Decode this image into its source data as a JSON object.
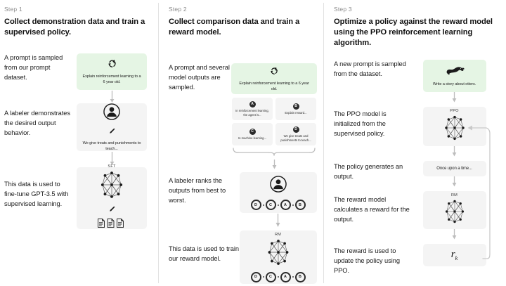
{
  "diagram": {
    "title": "RLHF three-step training diagram",
    "accent_green": "#e5f5e4",
    "card_gray": "#f4f4f4",
    "divider_color": "#e2e2e2"
  },
  "columns": [
    {
      "step_label": "Step 1",
      "step_title": "Collect demonstration data and train a supervised policy.",
      "texts": [
        "A prompt is sampled from our prompt dataset.",
        "A labeler demonstrates the desired output behavior.",
        "This data is used to fine-tune GPT-3.5 with supervised learning."
      ],
      "prompt_card": {
        "icon": "recycle-icon",
        "caption": "Explain reinforcement learning to a 6 year old."
      },
      "labeler_card": {
        "icon": "person-icon",
        "pencil_icon": "pencil-icon",
        "caption": "We give treats and punishments to teach..."
      },
      "sft_card": {
        "label": "SFT",
        "icon": "neural-network-icon",
        "pencil_icon": "pencil-icon",
        "docs_icon": "documents-icon"
      }
    },
    {
      "step_label": "Step 2",
      "step_title": "Collect comparison data and train a reward model.",
      "texts": [
        "A prompt and several model outputs are sampled.",
        "A labeler ranks the outputs from best to worst.",
        "This data is used to train our reward model."
      ],
      "prompt_card": {
        "icon": "recycle-icon",
        "caption": "Explain reinforcement learning to a 6 year old."
      },
      "outputs": [
        {
          "badge": "A",
          "caption": "In reinforcement learning, the agent is..."
        },
        {
          "badge": "B",
          "caption": "Explain reward..."
        },
        {
          "badge": "C",
          "caption": "In machine learning..."
        },
        {
          "badge": "D",
          "caption": "We give treats and punishments to teach..."
        }
      ],
      "ranking_card": {
        "icon": "person-icon",
        "ranking": [
          "D",
          "C",
          "A",
          "B"
        ]
      },
      "rm_card": {
        "label": "RM",
        "icon": "neural-network-icon",
        "ranking": [
          "D",
          "C",
          "A",
          "B"
        ]
      }
    },
    {
      "step_label": "Step 3",
      "step_title": "Optimize a policy against the reward model using the PPO reinforcement learning algorithm.",
      "texts": [
        "A new prompt is sampled from the dataset.",
        "The PPO model is initialized from the supervised policy.",
        "The policy generates an output.",
        "The reward model calculates a reward for the output.",
        "The reward is used to update the policy using PPO."
      ],
      "prompt_card": {
        "icon": "otter-icon",
        "caption": "Write a story about otters."
      },
      "ppo_card": {
        "label": "PPO",
        "icon": "neural-network-icon"
      },
      "output_card": {
        "caption": "Once upon a time..."
      },
      "rm_card": {
        "label": "RM",
        "icon": "neural-network-icon"
      },
      "reward_card": {
        "formula_base": "r",
        "formula_sub": "k"
      }
    }
  ]
}
